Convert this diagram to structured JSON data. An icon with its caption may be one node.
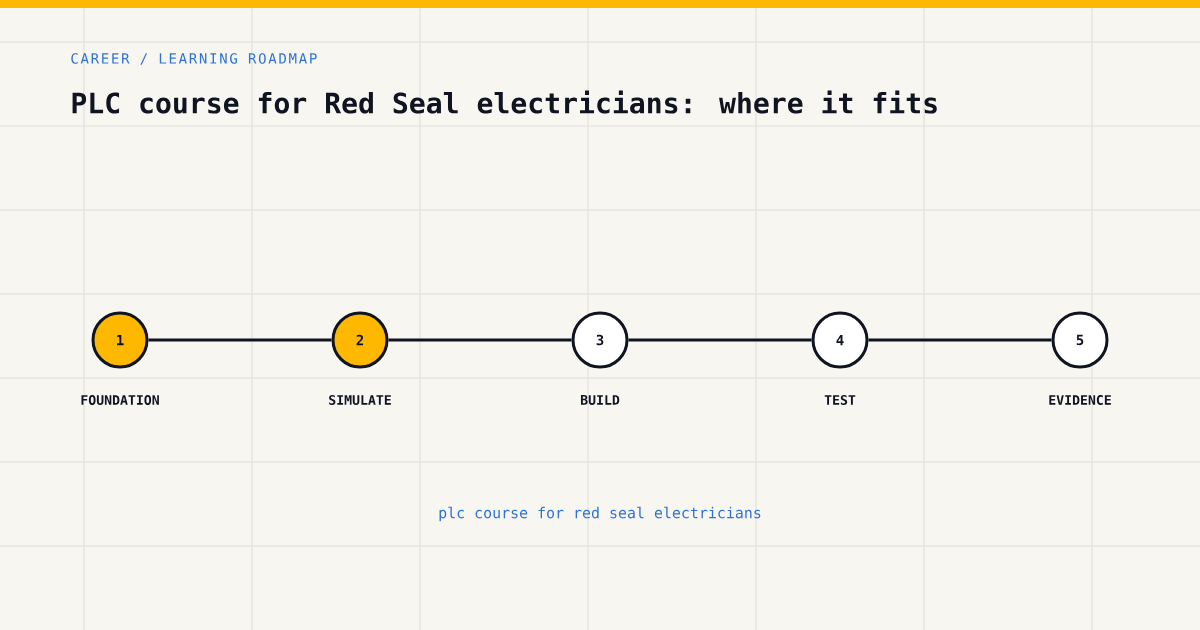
{
  "diagram": {
    "title": "PLC course for Red Seal electricians: where it fits",
    "caption": "plc course for red seal electricians",
    "nodes": [
      {
        "text": [
          "1"
        ],
        "beside": [
          "FOUNDATION"
        ]
      },
      {
        "text": [
          "2"
        ],
        "beside": [
          "SIMULATE"
        ]
      },
      {
        "text": [
          "3"
        ],
        "beside": [
          "BUILD"
        ]
      },
      {
        "text": [
          "4"
        ],
        "beside": [
          "TEST"
        ]
      },
      {
        "text": [
          "5"
        ],
        "beside": [
          "EVIDENCE"
        ]
      }
    ],
    "edges": [
      {
        "from": 0,
        "to": 1,
        "arrow": "none"
      },
      {
        "from": 1,
        "to": 2,
        "arrow": "none"
      },
      {
        "from": 2,
        "to": 3,
        "arrow": "none"
      },
      {
        "from": 3,
        "to": 4,
        "arrow": "none"
      }
    ],
    "labels": [
      "CAREER / LEARNING ROADMAP"
    ]
  }
}
